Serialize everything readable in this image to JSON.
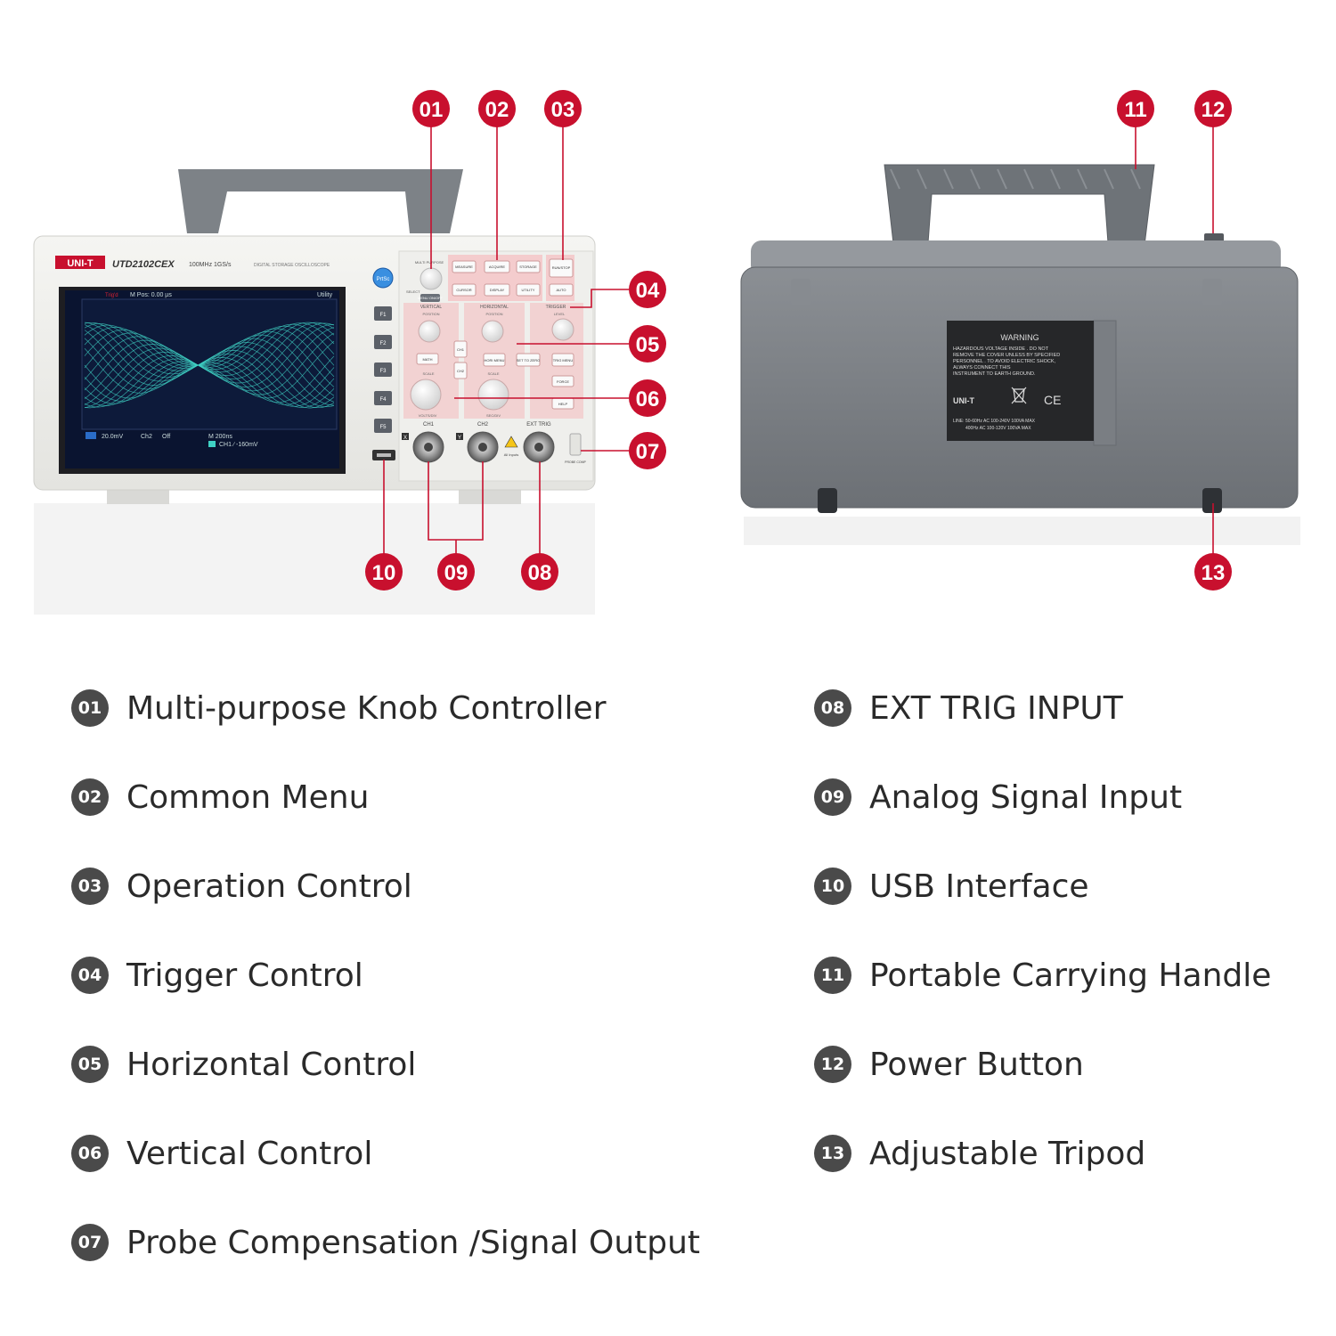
{
  "front": {
    "brand": "UNI-T",
    "model": "UTD2102CEX",
    "spec": "100MHz  1GS/s",
    "subtitle": "DIGITAL STORAGE OSCILLOSCOPE",
    "screen_top_left": "Trig'd",
    "screen_mpos": "M Pos: 0.00 µs",
    "screen_utility": "Utility",
    "screen_ch1_scale": "20.0mV",
    "screen_ch2_label": "Ch2",
    "screen_ch2_value": "Off",
    "screen_time": "M 200ns",
    "screen_trig": "CH1  ∕  -160mV",
    "prtsc_label": "PrtSc",
    "softkeys": [
      "F1",
      "F2",
      "F3",
      "F4",
      "F5"
    ],
    "multipurpose_label": "MULTI PURPOSE",
    "select_label": "SELECT",
    "menu_label": "MENU ON/OFF",
    "menu_buttons": [
      "MEASURE",
      "ACQUIRE",
      "STORAGE",
      "CURSOR",
      "DISPLAY",
      "UTILITY"
    ],
    "run_stop": "RUN/STOP",
    "auto": "AUTO",
    "vertical_title": "VERTICAL",
    "horizontal_title": "HORIZONTAL",
    "trigger_title": "TRIGGER",
    "position_label": "POSITION",
    "scale_label": "SCALE",
    "level_label": "LEVEL",
    "math_label": "MATH",
    "ch1_button": "CH1",
    "ch2_button": "CH2",
    "hori_menu": "HORI MENU",
    "set_to_zero": "SET TO ZERO",
    "trig_menu": "TRIG MENU",
    "force": "FORCE",
    "help": "HELP",
    "volts_div": "VOLTS/DIV",
    "sec_div": "SEC/DIV",
    "ch1_input": "CH1",
    "ch2_input": "CH2",
    "ext_trig_input": "EXT TRIG",
    "x_mark": "X",
    "y_mark": "Y",
    "inputs_note": "All Inputs",
    "probe_comp": "PROBE COMP"
  },
  "back": {
    "warning_title": "WARNING",
    "warning_text": [
      "HAZARDOUS VOLTAGE INSIDE . DO NOT",
      "REMOVE THE COVER UNLESS BY SPECIFIED",
      "PERSONNEL . TO AVOID ELECTRIC SHOCK,",
      "ALWAYS CONNECT THIS",
      "INSTRUMENT TO EARTH GROUND."
    ],
    "brand": "UNI-T",
    "ce_mark": "CE",
    "line_label": "LINE:",
    "line_rows": [
      "50-60Hz    AC 100-240V  100VA MAX",
      "400Hz      AC 100-120V  100VA MAX"
    ]
  },
  "callouts": [
    "01",
    "02",
    "03",
    "04",
    "05",
    "06",
    "07",
    "08",
    "09",
    "10",
    "11",
    "12",
    "13"
  ],
  "legend": [
    {
      "num": "01",
      "text": "Multi-purpose Knob Controller"
    },
    {
      "num": "02",
      "text": "Common Menu"
    },
    {
      "num": "03",
      "text": "Operation Control"
    },
    {
      "num": "04",
      "text": "Trigger Control"
    },
    {
      "num": "05",
      "text": "Horizontal Control"
    },
    {
      "num": "06",
      "text": "Vertical Control"
    },
    {
      "num": "07",
      "text": "Probe Compensation /Signal Output"
    },
    {
      "num": "08",
      "text": "EXT TRIG INPUT"
    },
    {
      "num": "09",
      "text": "Analog Signal Input"
    },
    {
      "num": "10",
      "text": "USB Interface"
    },
    {
      "num": "11",
      "text": "Portable Carrying Handle"
    },
    {
      "num": "12",
      "text": "Power Button"
    },
    {
      "num": "13",
      "text": "Adjustable Tripod"
    }
  ],
  "colors": {
    "callout": "#c8102e",
    "legend_badge": "#4a4a4a",
    "case_front": "#eeeeea",
    "case_back": "#7b7f84",
    "handle": "#6e7378",
    "screen_bg": "#0a1430",
    "waveform": "#3fd1c4",
    "highlight": "#f4c6c8"
  }
}
